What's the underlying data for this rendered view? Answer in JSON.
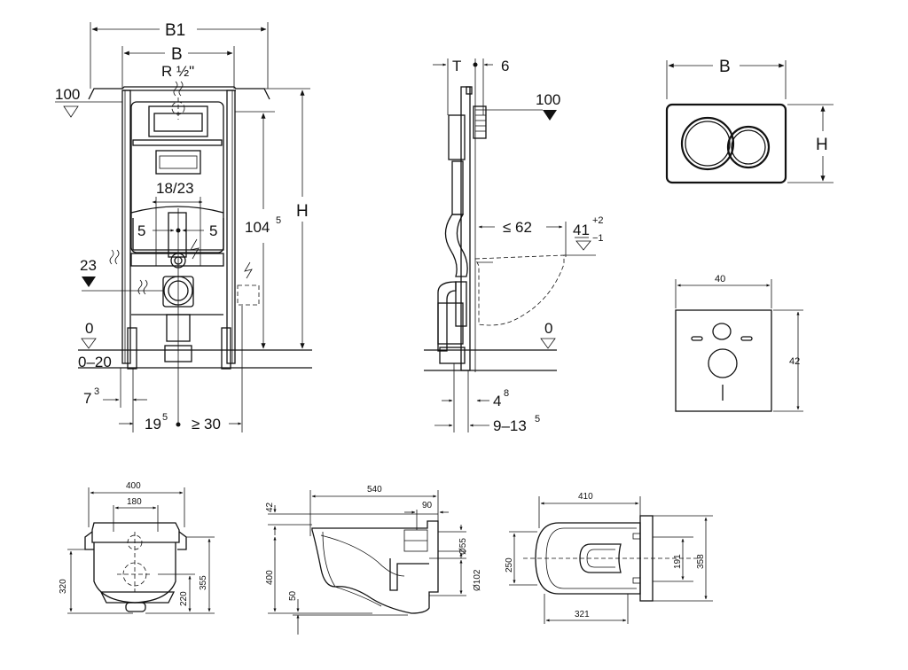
{
  "installation_front": {
    "dim_b1": "B1",
    "dim_b": "B",
    "pipe_label": "R ½\"",
    "level_100": "100",
    "label_18_23": "18/23",
    "label_5_left": "5",
    "label_5_right": "5",
    "label_104_main": "104",
    "label_104_sup": "5",
    "dim_h": "H",
    "level_23": "23",
    "level_0": "0",
    "range_0_20": "0–20",
    "label_7_main": "7",
    "label_7_sup": "3",
    "label_19_main": "19",
    "label_19_sup": "5",
    "label_ge30": "≥ 30"
  },
  "installation_side": {
    "dim_t": "T",
    "dim_6": "6",
    "level_100": "100",
    "label_le62": "≤ 62",
    "label_41": "41",
    "label_41_plus": "+2",
    "label_41_minus": "−1",
    "level_0": "0",
    "label_4_main": "4",
    "label_4_sup": "8",
    "label_9_main": "9–13",
    "label_9_sup": "5"
  },
  "flush_plate": {
    "dim_b": "B",
    "dim_h": "H"
  },
  "cover_plate": {
    "dim_width": "40",
    "dim_height": "42"
  },
  "wc_front": {
    "dim_400": "400",
    "dim_180": "180",
    "dim_320": "320",
    "dim_220": "220",
    "dim_355": "355"
  },
  "wc_side": {
    "dim_540": "540",
    "dim_42": "42",
    "dim_90": "90",
    "dim_400": "400",
    "dim_50": "50",
    "dim_o55": "Ø55",
    "dim_o102": "Ø102"
  },
  "wc_top": {
    "dim_410": "410",
    "dim_250": "250",
    "dim_191": "191",
    "dim_358": "358",
    "dim_321": "321"
  }
}
